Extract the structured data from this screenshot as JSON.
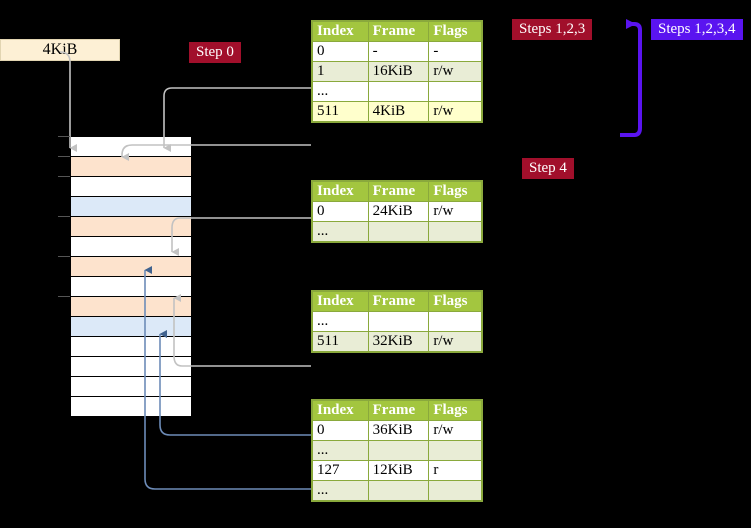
{
  "labels": {
    "size_box": "4KiB",
    "step0": "Step 0",
    "steps123": "Steps 1,2,3",
    "steps1234": "Steps 1,2,3,4",
    "step4": "Step 4"
  },
  "colors": {
    "table_header_green": "#a3c63f",
    "table_row_green": "#e9edd6",
    "table_row_highlight": "#ffffcc",
    "mem_orange": "#fde3cd",
    "mem_blue": "#dce9f8",
    "size_box_bg": "#fdf0d5",
    "step_red": "#a10f2b",
    "step_blue": "#5a14f0",
    "arrow_grey": "#b9b9b9",
    "arrow_blue": "#6d8cb8",
    "background": "#000000"
  },
  "tables": [
    {
      "name": "pml4-table",
      "headers": [
        "Index",
        "Frame",
        "Flags"
      ],
      "rows": [
        {
          "style": "white",
          "cells": [
            "0",
            "-",
            "-"
          ]
        },
        {
          "style": "green",
          "cells": [
            "1",
            "16KiB",
            "r/w"
          ]
        },
        {
          "style": "white",
          "cells": [
            "...",
            "",
            ""
          ]
        },
        {
          "style": "highlight",
          "cells": [
            "511",
            "4KiB",
            "r/w"
          ]
        }
      ]
    },
    {
      "name": "pdpt-table",
      "headers": [
        "Index",
        "Frame",
        "Flags"
      ],
      "rows": [
        {
          "style": "white",
          "cells": [
            "0",
            "24KiB",
            "r/w"
          ]
        },
        {
          "style": "green",
          "cells": [
            "...",
            "",
            ""
          ]
        }
      ]
    },
    {
      "name": "pd-table",
      "headers": [
        "Index",
        "Frame",
        "Flags"
      ],
      "rows": [
        {
          "style": "white",
          "cells": [
            "...",
            "",
            ""
          ]
        },
        {
          "style": "green",
          "cells": [
            "511",
            "32KiB",
            "r/w"
          ]
        }
      ]
    },
    {
      "name": "pt-table",
      "headers": [
        "Index",
        "Frame",
        "Flags"
      ],
      "rows": [
        {
          "style": "white",
          "cells": [
            "0",
            "36KiB",
            "r/w"
          ]
        },
        {
          "style": "green",
          "cells": [
            "...",
            "",
            ""
          ]
        },
        {
          "style": "white",
          "cells": [
            "127",
            "12KiB",
            "r"
          ]
        },
        {
          "style": "green",
          "cells": [
            "...",
            "",
            ""
          ]
        }
      ]
    }
  ],
  "memory_rows": [
    {
      "fill": "white",
      "tick": true
    },
    {
      "fill": "orange",
      "tick": true
    },
    {
      "fill": "white",
      "tick": true
    },
    {
      "fill": "blue",
      "tick": false
    },
    {
      "fill": "orange",
      "tick": true
    },
    {
      "fill": "white",
      "tick": false
    },
    {
      "fill": "orange",
      "tick": true
    },
    {
      "fill": "white",
      "tick": false
    },
    {
      "fill": "orange",
      "tick": true
    },
    {
      "fill": "blue",
      "tick": false
    },
    {
      "fill": "white",
      "tick": false
    },
    {
      "fill": "white",
      "tick": false
    },
    {
      "fill": "white",
      "tick": false
    },
    {
      "fill": "white",
      "tick": false
    }
  ]
}
